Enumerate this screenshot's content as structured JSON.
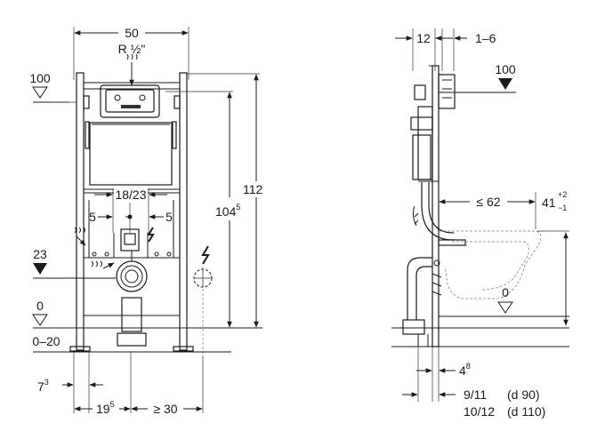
{
  "front_view": {
    "width_label": "50",
    "pipe_label": "R ½\"",
    "height_total_label": "112",
    "height_104_main": "104",
    "height_104_sup": "5",
    "spacing_label": "18/23",
    "offset_left_label": "5",
    "offset_right_label": "5",
    "level_100_label": "100",
    "level_23_label": "23",
    "level_0_label": "0",
    "floor_range_label": "0–20",
    "foot_7_main": "7",
    "foot_7_sup": "3",
    "foot_19_main": "19",
    "foot_19_sup": "5",
    "foot_30_label": "≥ 30"
  },
  "side_view": {
    "top_12_label": "12",
    "top_16_label": "1–6",
    "level_100_label": "100",
    "depth_62_label": "≤ 62",
    "height_41_main": "41",
    "height_41_sup": "+2",
    "height_41_sub": "−1",
    "level_0_label": "0",
    "depth_4_main": "4",
    "depth_4_sup": "8",
    "offset_9_11_label": "9/11",
    "d90_label": "(d 90)",
    "offset_10_12_label": "10/12",
    "d110_label": "(d 110)"
  },
  "colors": {
    "line": "#1a1a1a",
    "background": "#ffffff"
  }
}
